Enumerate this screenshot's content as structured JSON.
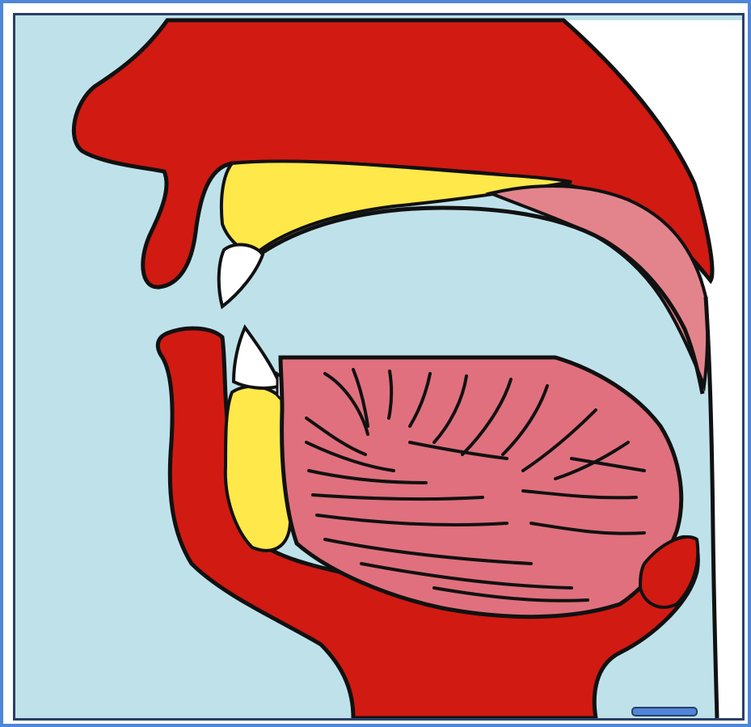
{
  "diagram": {
    "type": "mouth-sagittal-cross-section",
    "parts": [
      "upper-lip",
      "lower-lip",
      "hard-palate",
      "soft-palate",
      "upper-incisor",
      "lower-incisor",
      "upper-gum",
      "lower-gum",
      "tongue",
      "oral-cavity",
      "pharynx",
      "nasal-region"
    ],
    "colors": {
      "frame_border": "#4f86d8",
      "inner_border": "#2b3f66",
      "background": "#bfe2ea",
      "tissue_red": "#d11a12",
      "gum_yellow": "#ffe84a",
      "tongue_pink": "#e0707d",
      "soft_palate_pink": "#e3848c",
      "teeth": "#ffffff",
      "outline": "#111111"
    }
  }
}
